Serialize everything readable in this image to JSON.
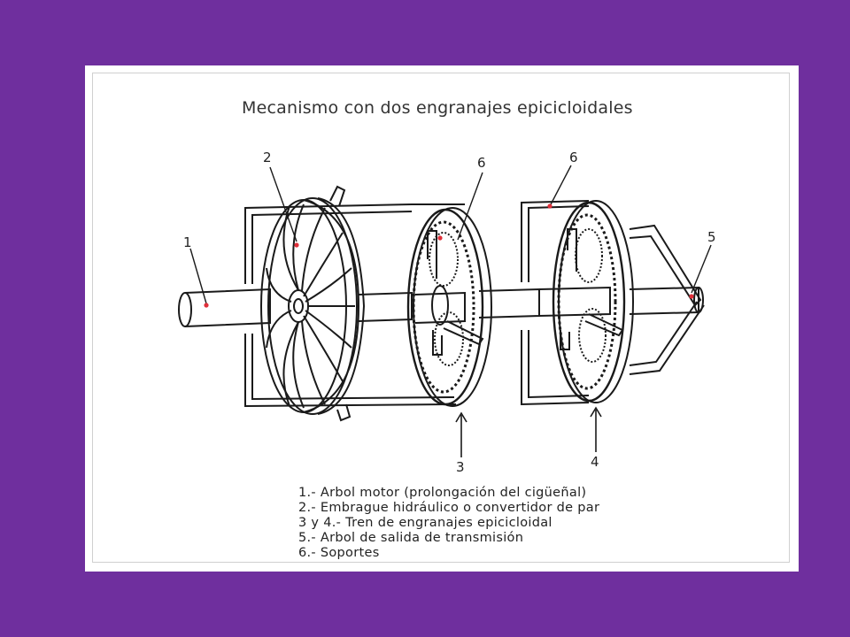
{
  "title": "Mecanismo con dos engranajes epicicloidales",
  "labels": {
    "l1": "1",
    "l2": "2",
    "l3": "3",
    "l4": "4",
    "l5": "5",
    "l6a": "6",
    "l6b": "6"
  },
  "legend": [
    "1.- Arbol motor (prolongación del cigüeñal)",
    "2.- Embrague hidráulico o convertidor de par",
    "3 y 4.- Tren de engranajes epicicloidal",
    "5.- Arbol de salida de transmisión",
    "6.- Soportes"
  ],
  "colors": {
    "background": "#6f2f9e",
    "panel": "#ffffff",
    "marker": "#e0303a"
  }
}
